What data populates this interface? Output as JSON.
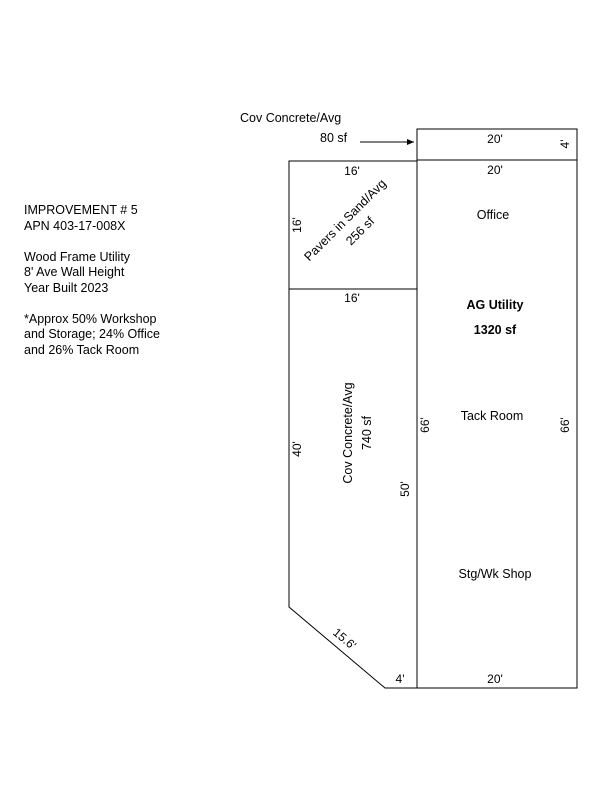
{
  "notes": {
    "improvement": "IMPROVEMENT # 5",
    "apn": "APN 403-17-008X",
    "construction": "Wood Frame Utility",
    "wall_height": "8' Ave Wall Height",
    "year_built": "Year Built 2023",
    "approx_line1": "*Approx 50% Workshop",
    "approx_line2": "and Storage; 24% Office",
    "approx_line3": "and 26% Tack Room"
  },
  "callout": {
    "label": "Cov Concrete/Avg",
    "area": "80 sf"
  },
  "porch": {
    "top_dim": "20'",
    "side_dim": "4'"
  },
  "pavers": {
    "label": "Pavers in Sand/Avg",
    "area": "256 sf",
    "top_dim": "16'",
    "left_dim": "16'",
    "bottom_dim": "16'"
  },
  "cov_concrete": {
    "label": "Cov Concrete/Avg",
    "area": "740 sf",
    "left_dim": "40'",
    "right_dim": "50'",
    "diag_dim": "15.6'",
    "bottom_dim": "4'"
  },
  "utility": {
    "top_dim": "20'",
    "bottom_dim": "20'",
    "left_dim": "66'",
    "right_dim": "66'",
    "name": "AG Utility",
    "area": "1320 sf",
    "rooms": {
      "office": "Office",
      "tack": "Tack Room",
      "shop": "Stg/Wk Shop"
    }
  }
}
